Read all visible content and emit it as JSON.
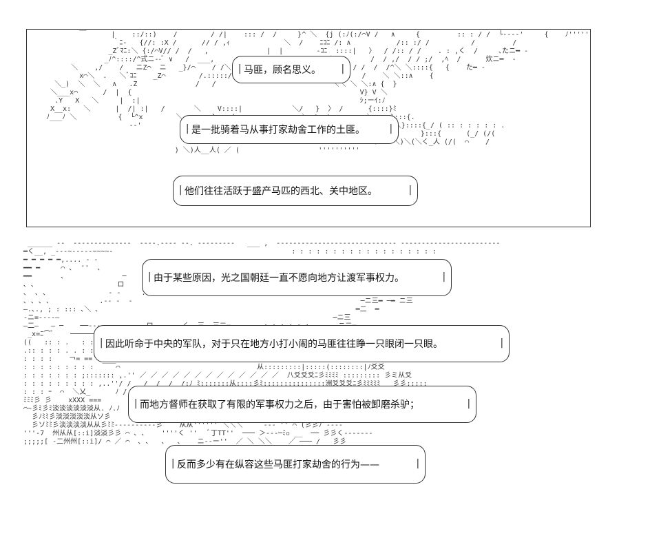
{
  "top_panel": {
    "bubbles": [
      "马匪，顾名思义。",
      "是一批骑着马从事打家劫舍工作的土匪。",
      "他们往往活跃于盛产马匹的西北、关中地区。"
    ]
  },
  "lower_panel": {
    "bubbles": [
      "由于某些原因，光之国朝廷一直不愿向地方让渡军事权力。",
      "因此听命于中央的军队，对于只在地方小打小闹的马匪往往睁一只眼闭一只眼。",
      "而地方督师在获取了有限的军事权力之后，由于害怕被卸磨杀驴；",
      "反而多少有在纵容这些马匪打家劫舍的行为——"
    ]
  }
}
